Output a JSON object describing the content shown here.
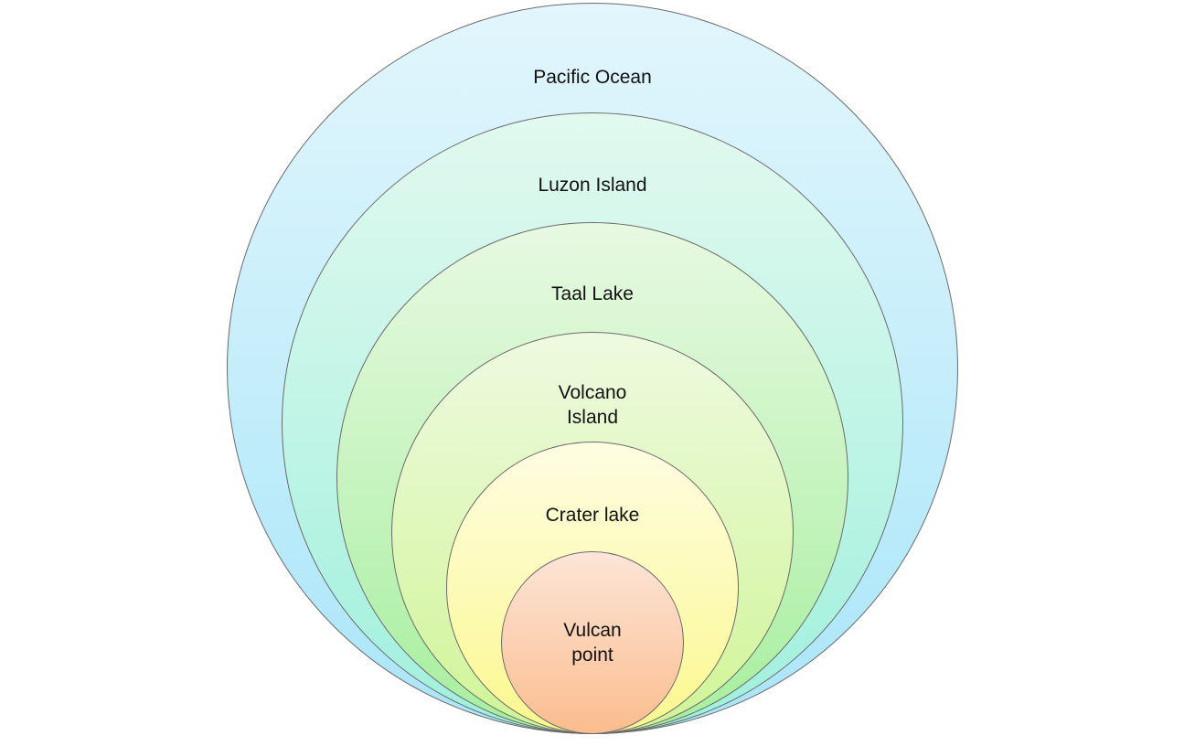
{
  "diagram": {
    "rings": [
      {
        "label": "Pacific Ocean",
        "color_top": "#e2f6fc",
        "color_bottom": "#a9e6f9"
      },
      {
        "label": "Luzon Island",
        "color_top": "#e2f9ef",
        "color_bottom": "#9ff0dd"
      },
      {
        "label": "Taal Lake",
        "color_top": "#e8f9e2",
        "color_bottom": "#a6ef9e"
      },
      {
        "label": "Volcano\nIsland",
        "color_top": "#eefae0",
        "color_bottom": "#d0f596"
      },
      {
        "label": "Crater lake",
        "color_top": "#fefde2",
        "color_bottom": "#fbf88e"
      },
      {
        "label": "Vulcan\npoint",
        "color_top": "#fde5d8",
        "color_bottom": "#fbbd8e"
      }
    ]
  }
}
